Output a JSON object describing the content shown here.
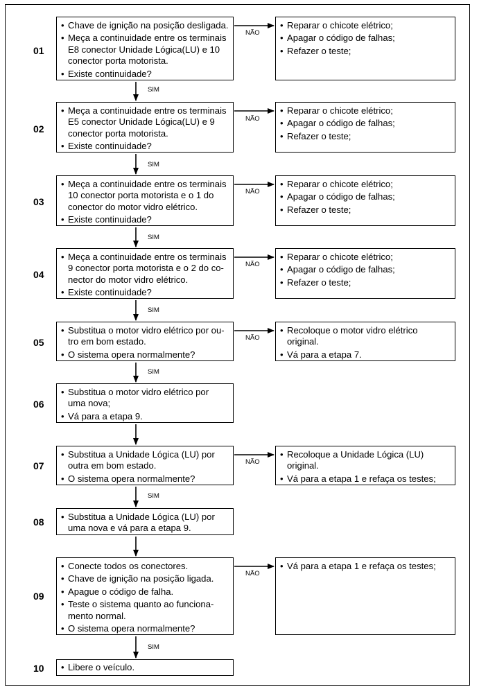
{
  "labels": {
    "no": "NÃO",
    "yes": "SIM"
  },
  "steps": [
    {
      "number": "01",
      "actions": [
        "Chave de ignição na posição desligada.",
        "Meça a continuidade entre os terminais E8 conector Unidade Lógica(LU)  e 10 conector porta motorista.",
        "Existe continuidade?"
      ],
      "no_actions": [
        "Reparar o chicote elétrico;",
        "Apagar o código de falhas;",
        "Refazer o teste;"
      ]
    },
    {
      "number": "02",
      "actions": [
        "Meça a continuidade entre os terminais E5 conector Unidade Lógica(LU)  e 9 conector porta motorista.",
        "Existe continuidade?"
      ],
      "no_actions": [
        "Reparar o chicote elétrico;",
        "Apagar o código de falhas;",
        "Refazer o teste;"
      ]
    },
    {
      "number": "03",
      "actions": [
        "Meça a continuidade entre os terminais 10 conector porta motorista e o 1 do conector do motor vidro elétrico.",
        "Existe continuidade?"
      ],
      "no_actions": [
        "Reparar o chicote elétrico;",
        "Apagar o código de falhas;",
        "Refazer o teste;"
      ]
    },
    {
      "number": "04",
      "actions": [
        "Meça a continuidade entre os terminais 9 conector porta motorista e o 2 do co-nector do motor vidro elétrico.",
        "Existe continuidade?"
      ],
      "no_actions": [
        "Reparar o chicote elétrico;",
        "Apagar o código de falhas;",
        "Refazer o teste;"
      ]
    },
    {
      "number": "05",
      "actions": [
        "Substitua o motor vidro elétrico por ou-tro em bom estado.",
        "O sistema opera normalmente?"
      ],
      "no_actions": [
        "Recoloque o motor vidro elétrico original.",
        "Vá para a etapa 7."
      ]
    },
    {
      "number": "06",
      "actions": [
        "Substitua o motor vidro elétrico por uma nova;",
        "Vá para a etapa 9."
      ],
      "no_actions": []
    },
    {
      "number": "07",
      "actions": [
        "Substitua a Unidade Lógica (LU) por outra  em bom estado.",
        "O sistema opera normalmente?"
      ],
      "no_actions": [
        "Recoloque a Unidade Lógica (LU) original.",
        "Vá para a etapa 1 e refaça os testes;"
      ]
    },
    {
      "number": "08",
      "actions": [
        "Substitua a Unidade Lógica (LU) por uma nova e vá para a etapa 9."
      ],
      "no_actions": []
    },
    {
      "number": "09",
      "actions": [
        "Conecte todos os conectores.",
        "Chave de ignição na posição ligada.",
        "Apague o código de falha.",
        "Teste o sistema quanto ao funciona-mento normal.",
        "O sistema opera normalmente?"
      ],
      "no_actions": [
        "Vá para a etapa 1 e refaça os testes;"
      ]
    },
    {
      "number": "10",
      "actions": [
        "Libere o veículo."
      ],
      "no_actions": []
    }
  ]
}
